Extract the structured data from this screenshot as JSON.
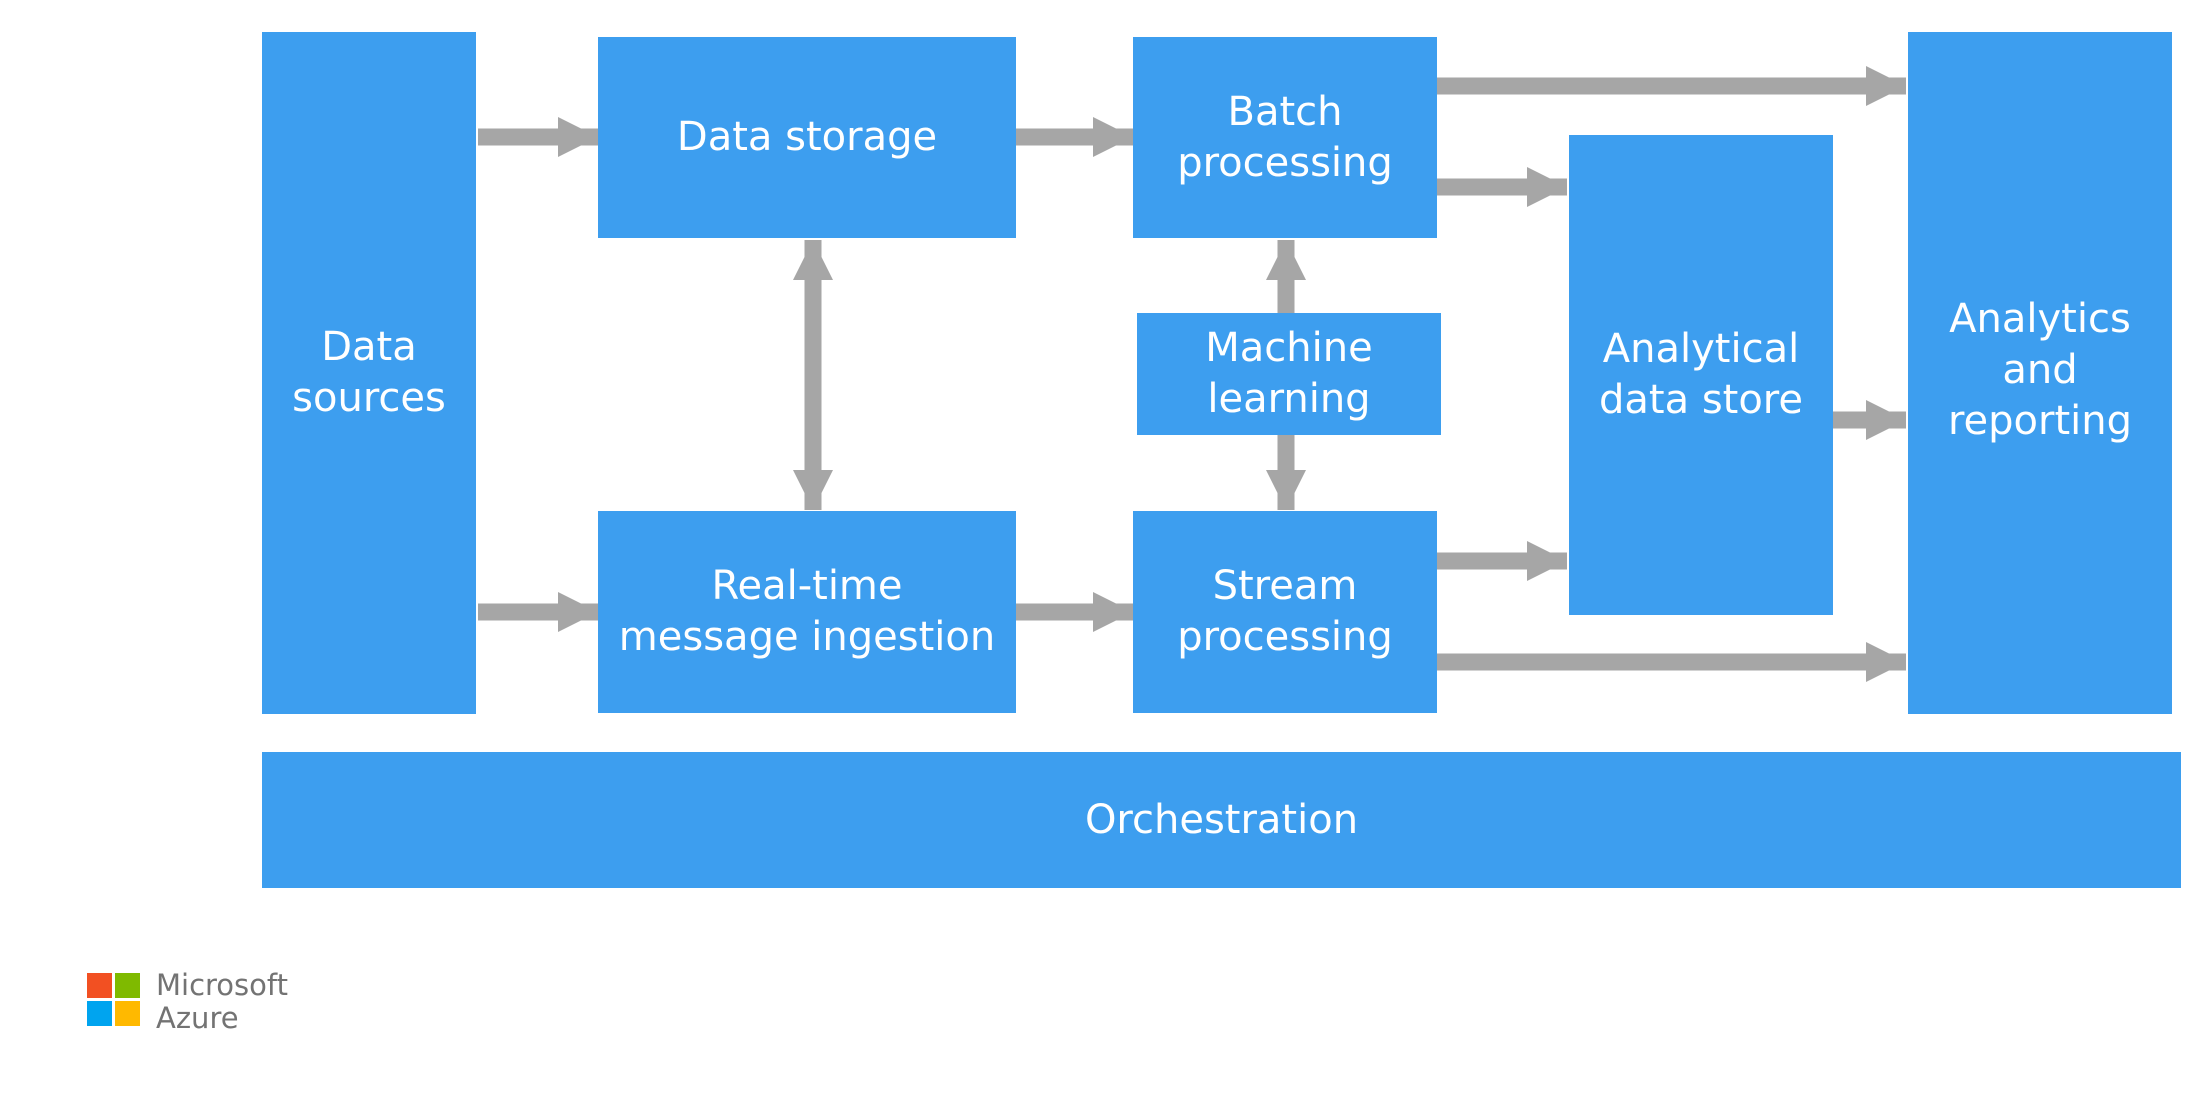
{
  "nodes": {
    "data_sources": {
      "line1": "Data",
      "line2": "sources"
    },
    "data_storage": {
      "line1": "Data storage"
    },
    "batch_processing": {
      "line1": "Batch",
      "line2": "processing"
    },
    "machine_learning": {
      "line1": "Machine",
      "line2": "learning"
    },
    "realtime_ingestion": {
      "line1": "Real-time",
      "line2": "message ingestion"
    },
    "stream_processing": {
      "line1": "Stream",
      "line2": "processing"
    },
    "analytical_store": {
      "line1": "Analytical",
      "line2": "data store"
    },
    "analytics_reporting": {
      "line1": "Analytics",
      "line2": "and",
      "line3": "reporting"
    },
    "orchestration": {
      "line1": "Orchestration"
    }
  },
  "logo": {
    "line1": "Microsoft",
    "line2": "Azure",
    "colors": [
      "#f25022",
      "#7fba00",
      "#00a4ef",
      "#ffb900"
    ]
  },
  "colors": {
    "box": "#3d9eef",
    "arrow": "#a6a6a6",
    "text": "#ffffff"
  }
}
